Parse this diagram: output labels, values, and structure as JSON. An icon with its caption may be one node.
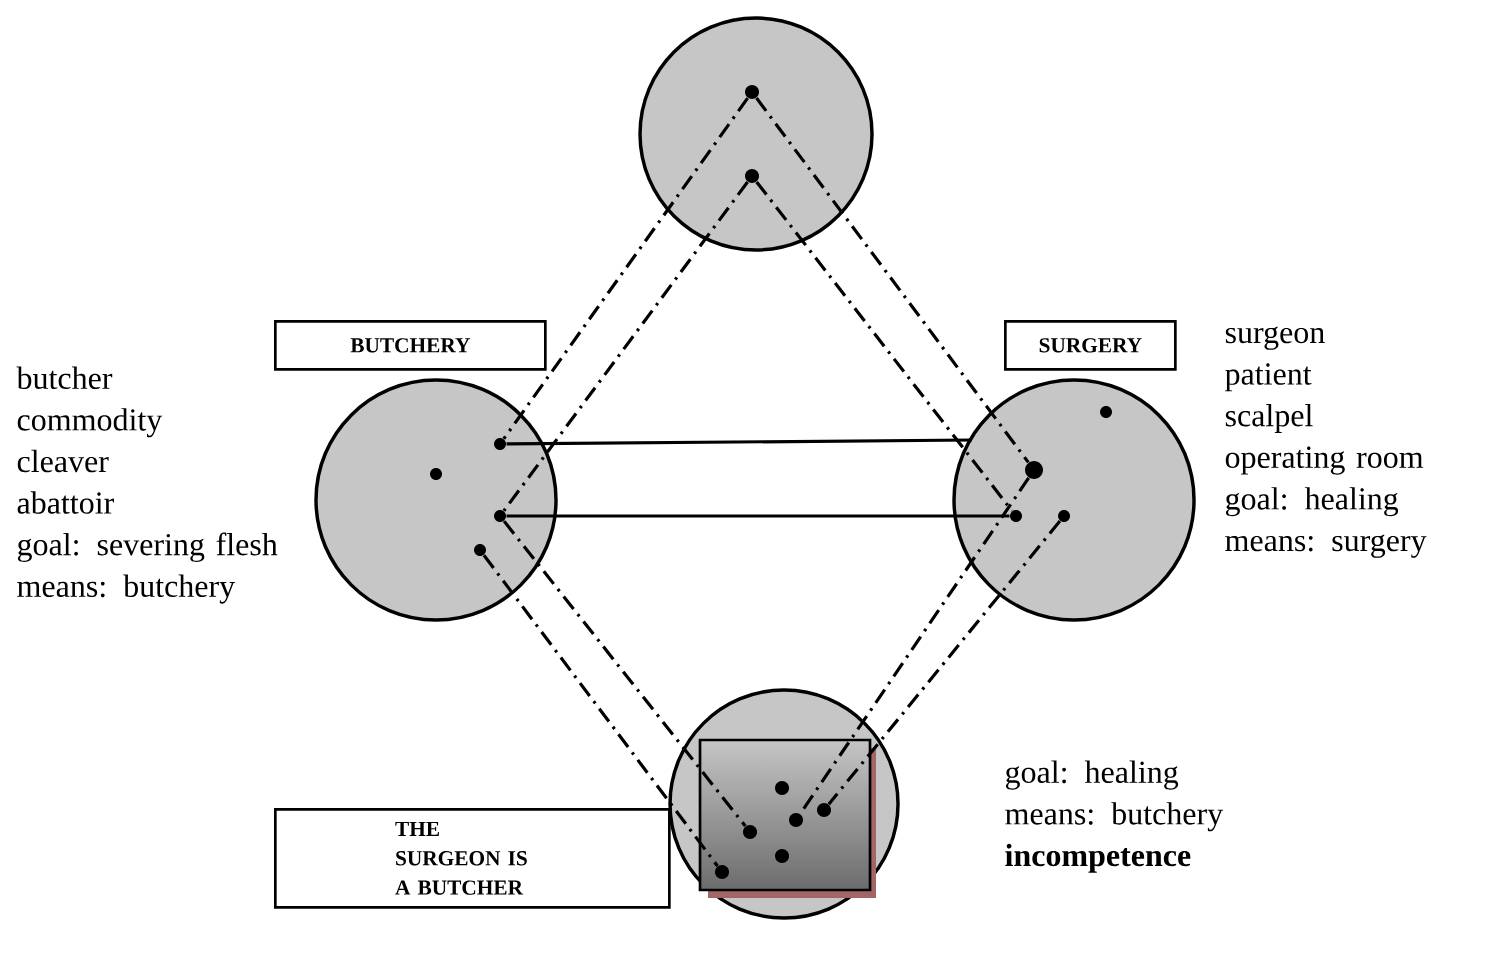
{
  "diagram": {
    "nodes": [
      {
        "text": [],
        "shape": "circle"
      },
      {
        "text": [],
        "shape": "circle",
        "beside": [
          "butcher",
          "commodity",
          "cleaver",
          "abattoir",
          "goal: severing flesh",
          "means: butchery"
        ]
      },
      {
        "text": [],
        "shape": "circle",
        "beside": [
          "surgeon",
          "patient",
          "scalpel",
          "operating room",
          "goal: healing",
          "means: surgery"
        ]
      },
      {
        "text": [],
        "shape": "circle",
        "beside": [
          "goal: healing",
          "means: butchery",
          "incompetence"
        ]
      },
      {
        "text": [
          "BUTCHERY"
        ]
      },
      {
        "text": [
          "SURGERY"
        ]
      },
      {
        "text": [
          "THE SURGEON IS A BUTCHER"
        ]
      },
      {
        "text": [],
        "shape": "circle",
        "in": 0
      },
      {
        "text": [],
        "shape": "circle",
        "in": 0
      },
      {
        "text": [],
        "shape": "circle",
        "in": 1
      },
      {
        "text": [],
        "shape": "circle",
        "in": 1
      },
      {
        "text": [],
        "shape": "circle",
        "in": 1
      },
      {
        "text": [],
        "shape": "circle",
        "in": 1
      },
      {
        "text": [],
        "shape": "circle",
        "in": 2
      },
      {
        "text": [],
        "shape": "circle",
        "in": 2
      },
      {
        "text": [],
        "shape": "circle",
        "in": 2
      },
      {
        "text": [],
        "shape": "circle",
        "in": 2
      },
      {
        "text": [],
        "shape": "circle",
        "in": 3
      },
      {
        "text": [],
        "shape": "circle",
        "in": 3
      },
      {
        "text": [],
        "shape": "circle",
        "in": 3
      },
      {
        "text": [],
        "shape": "circle",
        "in": 3
      },
      {
        "text": [],
        "shape": "circle",
        "in": 3
      },
      {
        "text": [],
        "shape": "circle",
        "in": 3
      }
    ],
    "edges": [
      {
        "from": 7,
        "to": 10,
        "arrow": "none",
        "style": "dashed"
      },
      {
        "from": 8,
        "to": 11,
        "arrow": "none",
        "style": "dashed"
      },
      {
        "from": 7,
        "to": 14,
        "arrow": "none",
        "style": "dashed"
      },
      {
        "from": 8,
        "to": 15,
        "arrow": "none",
        "style": "dashed"
      },
      {
        "from": 12,
        "to": 18,
        "arrow": "none",
        "style": "dashed"
      },
      {
        "from": 11,
        "to": 19,
        "arrow": "none",
        "style": "dashed"
      },
      {
        "from": 14,
        "to": 20,
        "arrow": "none",
        "style": "dashed"
      },
      {
        "from": 16,
        "to": 21,
        "arrow": "none",
        "style": "dashed"
      },
      {
        "from": 10,
        "to": 2,
        "arrow": "none"
      },
      {
        "from": 11,
        "to": 15,
        "arrow": "none"
      }
    ]
  }
}
